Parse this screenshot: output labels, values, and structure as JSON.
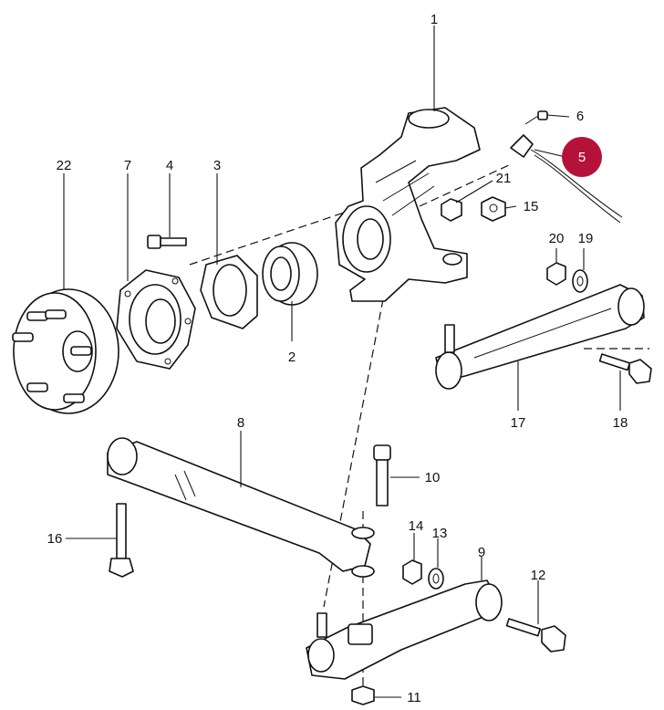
{
  "diagram": {
    "callouts": [
      {
        "id": "c1",
        "label": "1"
      },
      {
        "id": "c2",
        "label": "2"
      },
      {
        "id": "c3",
        "label": "3"
      },
      {
        "id": "c4",
        "label": "4"
      },
      {
        "id": "c5",
        "label": "5",
        "highlighted": true
      },
      {
        "id": "c6",
        "label": "6"
      },
      {
        "id": "c7",
        "label": "7"
      },
      {
        "id": "c8",
        "label": "8"
      },
      {
        "id": "c9",
        "label": "9"
      },
      {
        "id": "c10",
        "label": "10"
      },
      {
        "id": "c11",
        "label": "11"
      },
      {
        "id": "c12",
        "label": "12"
      },
      {
        "id": "c13",
        "label": "13"
      },
      {
        "id": "c14",
        "label": "14"
      },
      {
        "id": "c15",
        "label": "15"
      },
      {
        "id": "c16",
        "label": "16"
      },
      {
        "id": "c17",
        "label": "17"
      },
      {
        "id": "c18",
        "label": "18"
      },
      {
        "id": "c19",
        "label": "19"
      },
      {
        "id": "c20",
        "label": "20"
      },
      {
        "id": "c21",
        "label": "21"
      },
      {
        "id": "c22",
        "label": "22"
      }
    ],
    "colors": {
      "highlight": "#b5123a",
      "ink": "#111111",
      "background": "#ffffff"
    }
  }
}
